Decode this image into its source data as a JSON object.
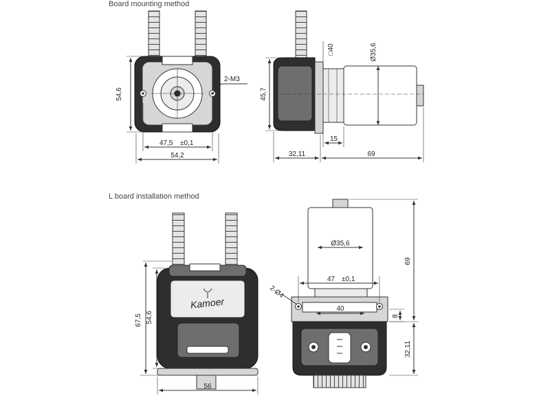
{
  "sections": {
    "board_mounting": "Board mounting method",
    "l_board": "L board installation method"
  },
  "logo_text": "Kamoer",
  "dims": {
    "front_height": "54,6",
    "front_screw": "2-M3",
    "front_hole_spacing": "47,5",
    "front_hole_tol": "±0,1",
    "front_width": "54,2",
    "side_height": "45,7",
    "side_square": "□40",
    "side_diameter": "Ø35,6",
    "side_depth": "15",
    "side_pump_len": "32,11",
    "side_motor_len": "69",
    "l_front_height_outer": "67,5",
    "l_front_height": "54,6",
    "l_front_width": "56",
    "l_side_diameter": "Ø35,6",
    "l_side_hole_spacing": "47",
    "l_side_hole_tol": "±0,1",
    "l_side_holes": "2-Ø4",
    "l_side_width": "40",
    "l_side_thickness": "8",
    "l_side_motor_len": "69",
    "l_side_pump_len": "32,11"
  }
}
